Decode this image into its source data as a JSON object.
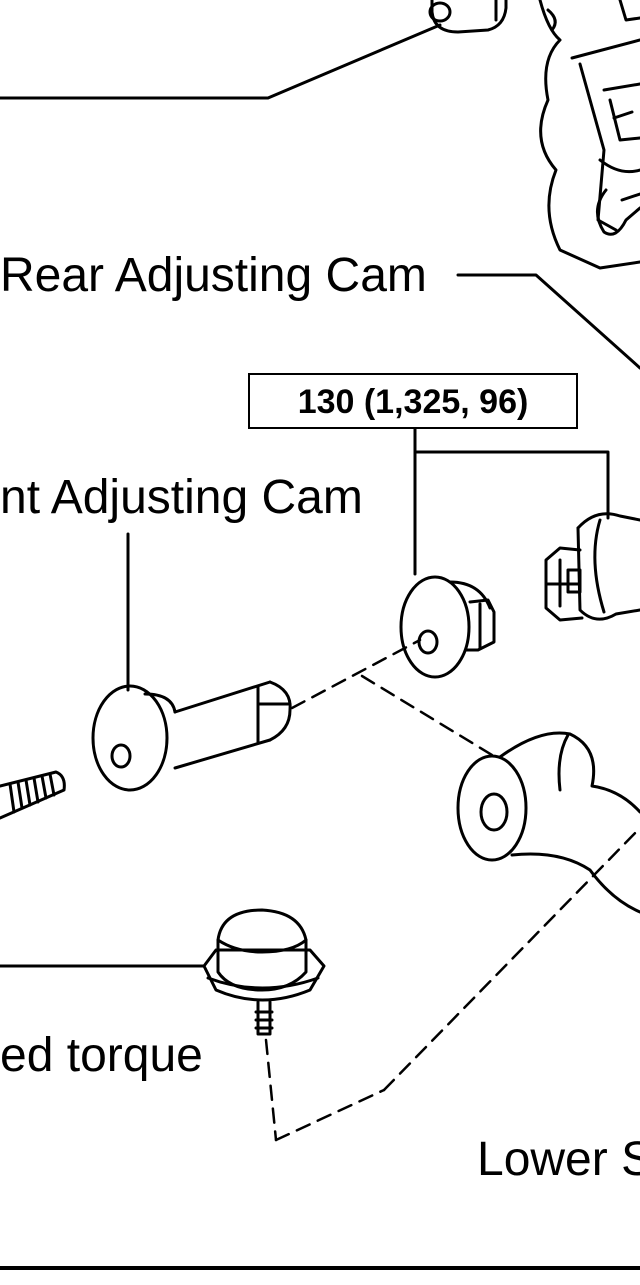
{
  "diagram": {
    "labels": {
      "rear_cam": "Rear Adjusting Cam",
      "front_cam": "nt Adjusting Cam",
      "torque_spec": "130 (1,325, 96)",
      "specified_torque": "ed torque",
      "lower_part": "Lower S"
    },
    "colors": {
      "line": "#000000",
      "background": "#ffffff"
    }
  }
}
